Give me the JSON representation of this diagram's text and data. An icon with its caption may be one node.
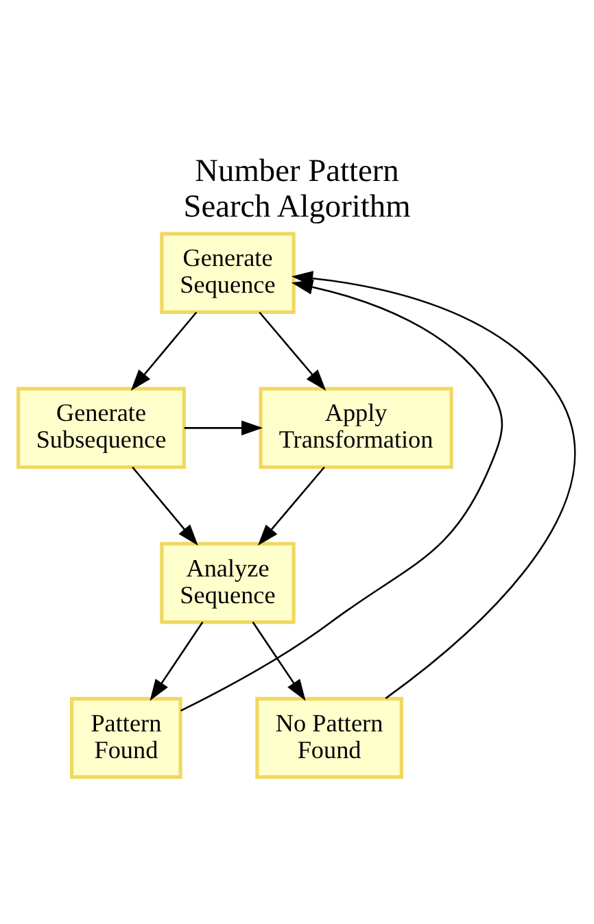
{
  "diagram": {
    "title": "Number Pattern Search Algorithm",
    "nodes": [
      {
        "text": [
          "Generate Sequence"
        ]
      },
      {
        "text": [
          "Generate Subsequence"
        ]
      },
      {
        "text": [
          "Apply Transformation"
        ]
      },
      {
        "text": [
          "Analyze Sequence"
        ]
      },
      {
        "text": [
          "Pattern Found"
        ]
      },
      {
        "text": [
          "No Pattern Found"
        ]
      }
    ],
    "edges": [
      {
        "from": 0,
        "to": 1,
        "arrow": "to"
      },
      {
        "from": 0,
        "to": 2,
        "arrow": "to"
      },
      {
        "from": 1,
        "to": 2,
        "arrow": "to"
      },
      {
        "from": 1,
        "to": 3,
        "arrow": "to"
      },
      {
        "from": 2,
        "to": 3,
        "arrow": "to"
      },
      {
        "from": 3,
        "to": 4,
        "arrow": "to"
      },
      {
        "from": 3,
        "to": 5,
        "arrow": "to"
      },
      {
        "from": 4,
        "to": 0,
        "arrow": "to"
      },
      {
        "from": 5,
        "to": 0,
        "arrow": "to"
      }
    ]
  }
}
